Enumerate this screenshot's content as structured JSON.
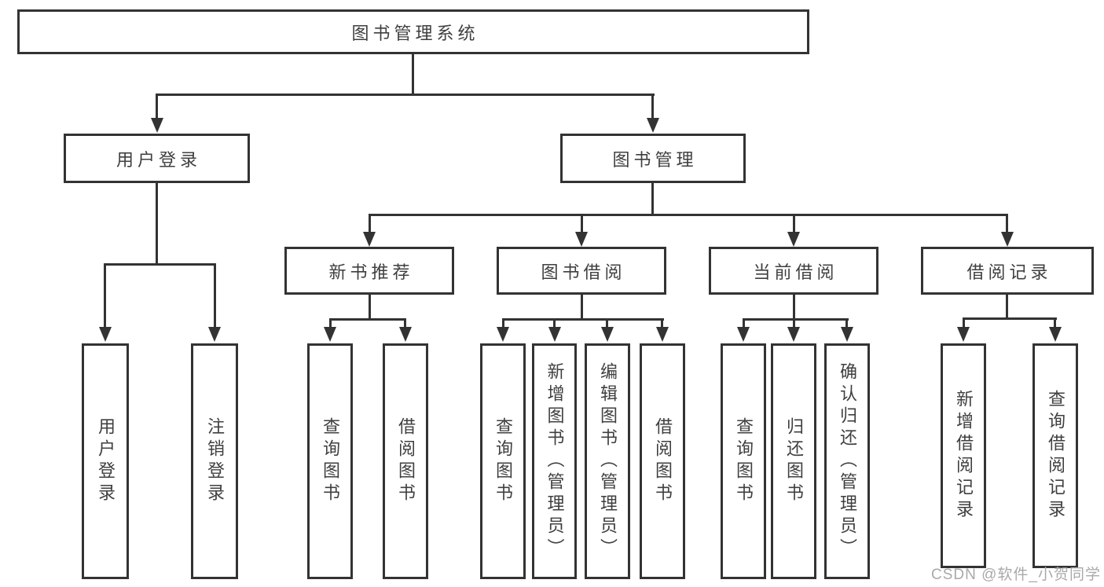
{
  "diagram": {
    "root": {
      "label": "图书管理系统"
    },
    "branches": [
      {
        "label": "用户登录",
        "children": [
          {
            "label": "用户登录"
          },
          {
            "label": "注销登录"
          }
        ]
      },
      {
        "label": "图书管理",
        "children": [
          {
            "label": "新书推荐",
            "children": [
              {
                "label": "查询图书"
              },
              {
                "label": "借阅图书"
              }
            ]
          },
          {
            "label": "图书借阅",
            "children": [
              {
                "label": "查询图书"
              },
              {
                "label": "新增图书（管理员）"
              },
              {
                "label": "编辑图书（管理员）"
              },
              {
                "label": "借阅图书"
              }
            ]
          },
          {
            "label": "当前借阅",
            "children": [
              {
                "label": "查询图书"
              },
              {
                "label": "归还图书"
              },
              {
                "label": "确认归还（管理员）"
              }
            ]
          },
          {
            "label": "借阅记录",
            "children": [
              {
                "label": "新增借阅记录"
              },
              {
                "label": "查询借阅记录"
              }
            ]
          }
        ]
      }
    ]
  },
  "watermark": {
    "text": "CSDN @软件_小贺同学"
  },
  "colors": {
    "line": "#333333",
    "text": "#3f3f3f",
    "watermark": "#a9a9a9",
    "background": "#ffffff"
  }
}
